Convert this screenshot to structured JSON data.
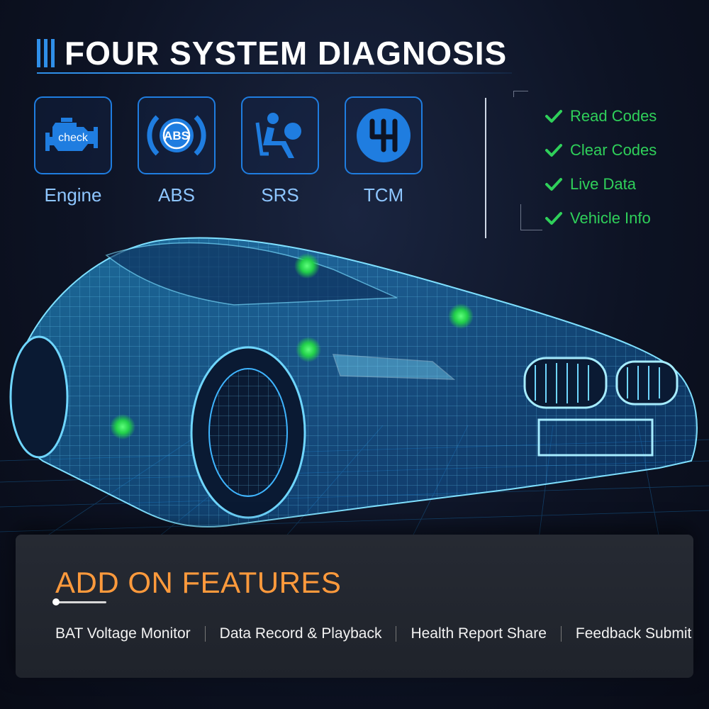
{
  "header": {
    "title": "FOUR SYSTEM DIAGNOSIS"
  },
  "systems": [
    {
      "label": "Engine",
      "icon": "engine-check-icon",
      "icon_text": "check"
    },
    {
      "label": "ABS",
      "icon": "abs-icon",
      "icon_text": "ABS"
    },
    {
      "label": "SRS",
      "icon": "airbag-seat-icon"
    },
    {
      "label": "TCM",
      "icon": "gear-shift-icon"
    }
  ],
  "functions": [
    {
      "label": "Read Codes"
    },
    {
      "label": "Clear Codes"
    },
    {
      "label": "Live Data"
    },
    {
      "label": "Vehicle Info"
    }
  ],
  "addons": {
    "title": "ADD ON FEATURES",
    "items": [
      {
        "label": "BAT Voltage Monitor"
      },
      {
        "label": "Data Record & Playback"
      },
      {
        "label": "Health Report Share"
      },
      {
        "label": "Feedback Submit"
      }
    ]
  },
  "colors": {
    "accent_blue": "#1f7de0",
    "check_green": "#2fd05a",
    "addon_orange": "#ff9a3c",
    "background": "#0d1324"
  }
}
